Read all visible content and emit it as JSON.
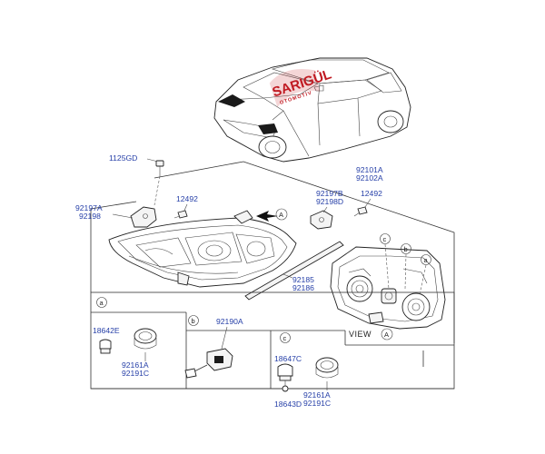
{
  "watermark": {
    "brand": "SARIGÜL",
    "subtitle": "OTOMOTİV"
  },
  "labels": {
    "p1125gd": "1125GD",
    "p92101a": "92101A",
    "p92102a": "92102A",
    "p92197a": "92197A",
    "p92198": "92198",
    "p12492_left": "12492",
    "p92197b": "92197B",
    "p92198d": "92198D",
    "p12492_right": "12492",
    "p92185": "92185",
    "p92186": "92186",
    "p18642e": "18642E",
    "p92161a_a": "92161A",
    "p92191c_a": "92191C",
    "p92190a": "92190A",
    "p18647c": "18647C",
    "p92161a_c": "92161A",
    "p92191c_c": "92191C",
    "p18643d": "18643D"
  },
  "callouts": {
    "a": "a",
    "b": "b",
    "c": "c",
    "view_a": "A",
    "arrow_a": "A"
  },
  "view_text": "VIEW"
}
